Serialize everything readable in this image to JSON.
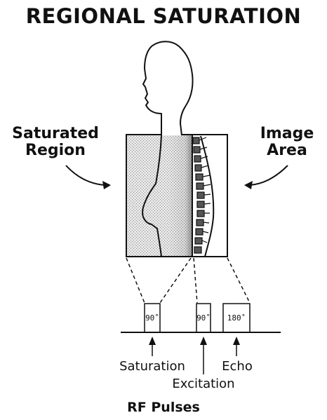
{
  "title": "REGIONAL SATURATION",
  "labels": {
    "saturated_region": "Saturated\nRegion",
    "image_area": "Image\nArea"
  },
  "pulses": [
    {
      "label": "90˚"
    },
    {
      "label": "90˚"
    },
    {
      "label": "180˚"
    }
  ],
  "pulse_names": {
    "saturation": "Saturation",
    "excitation": "Excitation",
    "echo": "Echo"
  },
  "rf_label": "RF Pulses"
}
